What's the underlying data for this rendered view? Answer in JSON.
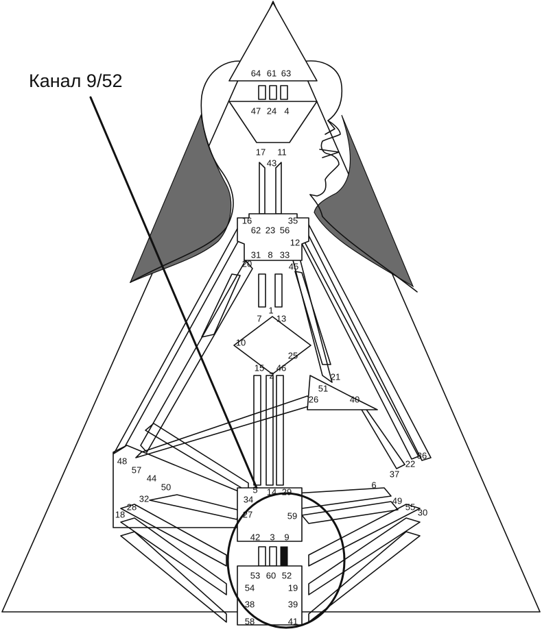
{
  "caption": "Канал 9/52",
  "gates": {
    "g64": "64",
    "g61": "61",
    "g63": "63",
    "g47": "47",
    "g24": "24",
    "g4": "4",
    "g17": "17",
    "g43": "43",
    "g11": "11",
    "g16": "16",
    "g35": "35",
    "g62": "62",
    "g23": "23",
    "g56": "56",
    "g12": "12",
    "g20": "20",
    "g31": "31",
    "g8": "8",
    "g33": "33",
    "g45": "45",
    "g7": "7",
    "g1": "1",
    "g13": "13",
    "g10": "10",
    "g25": "25",
    "g15": "15",
    "g2": "2",
    "g46": "46",
    "g21": "21",
    "g51": "51",
    "g26": "26",
    "g40": "40",
    "g48": "48",
    "g57": "57",
    "g44": "44",
    "g50": "50",
    "g36": "36",
    "g22": "22",
    "g37": "37",
    "g6": "6",
    "g5": "5",
    "g14": "14",
    "g29": "29",
    "g34": "34",
    "g32": "32",
    "g28": "28",
    "g18": "18",
    "g27": "27",
    "g59": "59",
    "g49": "49",
    "g55": "55",
    "g30": "30",
    "g42": "42",
    "g3": "3",
    "g9": "9",
    "g53": "53",
    "g60": "60",
    "g52": "52",
    "g54": "54",
    "g19": "19",
    "g38": "38",
    "g39": "39",
    "g58": "58",
    "g41": "41"
  },
  "colors": {
    "shade": "#6b6b6b",
    "line": "#111111",
    "active_channel": "#111111",
    "background": "#ffffff"
  }
}
